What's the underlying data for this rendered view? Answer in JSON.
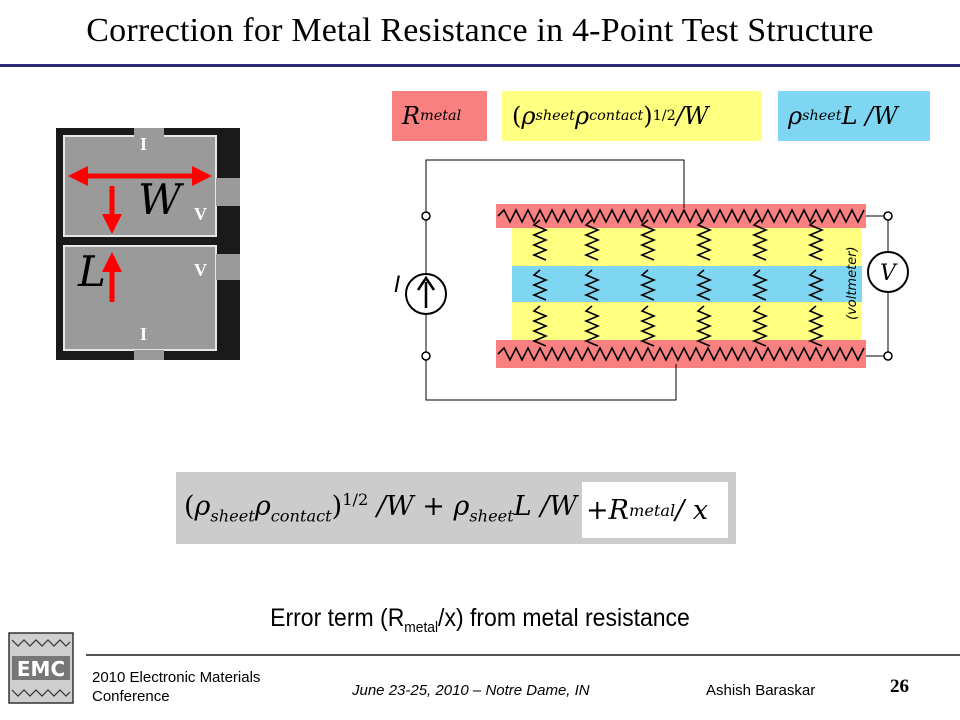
{
  "title": "Correction for Metal Resistance in 4-Point Test Structure",
  "legend": {
    "metal": {
      "symbol": "R",
      "sub": "metal",
      "color": "#f98080"
    },
    "contact": {
      "open": "(",
      "rho1": "ρ",
      "sub1": "sheet",
      "rho2": "ρ",
      "sub2": "contact",
      "close": ")",
      "exp": "1/2",
      "tail": " /W",
      "color": "#ffff80"
    },
    "sheet": {
      "rho": "ρ",
      "sub": "sheet",
      "tail": "L /W",
      "color": "#7fd6f3"
    }
  },
  "photo": {
    "labels": {
      "i_top": "I",
      "v_upper": "V",
      "v_lower": "V",
      "i_bottom": "I",
      "width": "W",
      "length": "L"
    },
    "arrow_color": "#ff0000"
  },
  "circuit": {
    "current_label": "I",
    "meter_label": "V",
    "meter_note": "(voltmeter)"
  },
  "equation": {
    "main": {
      "open": "(",
      "rho1": "ρ",
      "sub1": "sheet",
      "rho2": "ρ",
      "sub2": "contact",
      "close": ")",
      "exp": "1/2",
      "part2": " /W + ",
      "rho3": "ρ",
      "sub3": "sheet",
      "part3": "L /W"
    },
    "error": {
      "plus": "+",
      "symbol": "R",
      "sub": "metal",
      "tail": " / x"
    }
  },
  "caption": {
    "pre": "Error term (R",
    "sub": "metal",
    "post": "/x) from metal resistance"
  },
  "footer": {
    "logo_text": "EMC",
    "conference": "2010 Electronic Materials Conference",
    "date": "June 23-25, 2010 – Notre Dame, IN",
    "author": "Ashish Baraskar",
    "page": "26"
  }
}
